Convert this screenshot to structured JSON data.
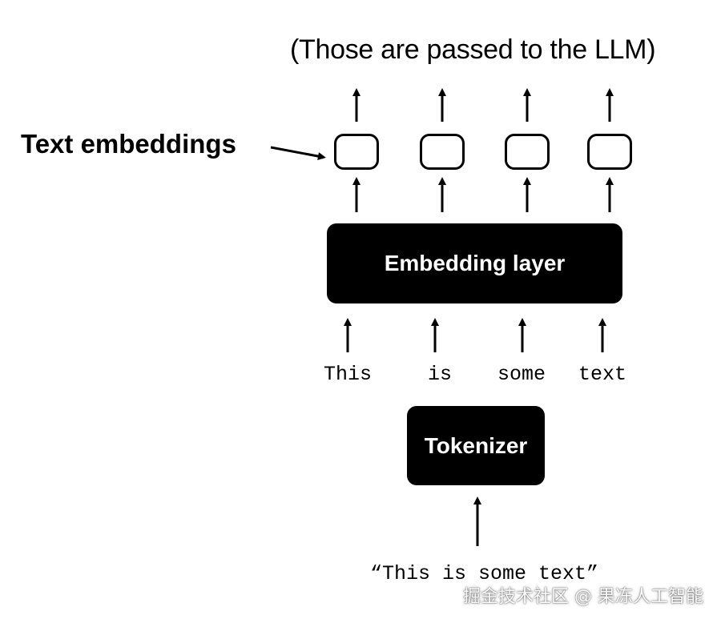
{
  "diagram": {
    "top_caption": "(Those are passed to the LLM)",
    "side_label": "Text embeddings",
    "embedding_layer_label": "Embedding layer",
    "tokenizer_label": "Tokenizer",
    "tokens": [
      "This",
      "is",
      "some",
      "text"
    ],
    "input_text": "“This is some text”",
    "embedding_count": 4
  },
  "watermark": {
    "text": "掘金技术社区 @ 果冻人工智能"
  },
  "colors": {
    "ink": "#000000",
    "background": "#ffffff",
    "block_text": "#ffffff"
  }
}
